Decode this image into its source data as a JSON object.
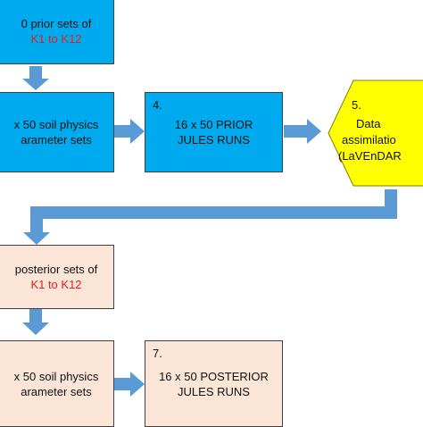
{
  "nodes": {
    "prior_sets": {
      "line1": "0 prior sets of",
      "line2": "K1 to K12"
    },
    "prior_params": {
      "line1": "x 50 soil physics",
      "line2": "arameter sets"
    },
    "prior_runs": {
      "number": "4.",
      "line1": "16 x 50 PRIOR",
      "line2": "JULES RUNS"
    },
    "data_assim": {
      "number": "5.",
      "line1": "Data",
      "line2": "assimilatio",
      "line3": "(LaVEnDAR"
    },
    "posterior_sets": {
      "line1": "posterior sets of",
      "line2": "K1 to K12"
    },
    "posterior_params": {
      "line1": "x 50 soil physics",
      "line2": "arameter sets"
    },
    "posterior_runs": {
      "number": "7.",
      "line1": "16 x 50 POSTERIOR",
      "line2": "JULES RUNS"
    }
  },
  "colors": {
    "blue_box": "#00aaee",
    "peach_box": "#fbe5d6",
    "hexagon": "#ffff00",
    "arrow": "#5b9bd5",
    "highlight_text": "#e02020"
  }
}
